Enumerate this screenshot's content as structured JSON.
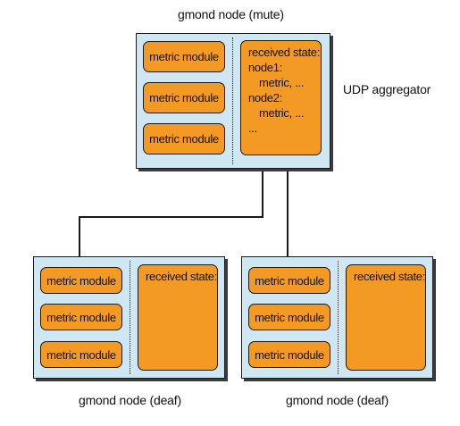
{
  "top_node": {
    "caption": "gmond node (mute)",
    "side_label": "UDP aggregator",
    "modules": [
      "metric module",
      "metric module",
      "metric module"
    ],
    "state_lines": [
      "received state:",
      "node1:",
      "metric, ...",
      "node2:",
      "metric, ...",
      "..."
    ]
  },
  "bottom_left_node": {
    "caption": "gmond node (deaf)",
    "modules": [
      "metric module",
      "metric module",
      "metric module"
    ],
    "state_title": "received state:"
  },
  "bottom_right_node": {
    "caption": "gmond node (deaf)",
    "modules": [
      "metric module",
      "metric module",
      "metric module"
    ],
    "state_title": "received state:"
  },
  "colors": {
    "node_fill": "#cfe7f2",
    "module_fill": "#f39a24",
    "stroke": "#1a1a1a"
  }
}
